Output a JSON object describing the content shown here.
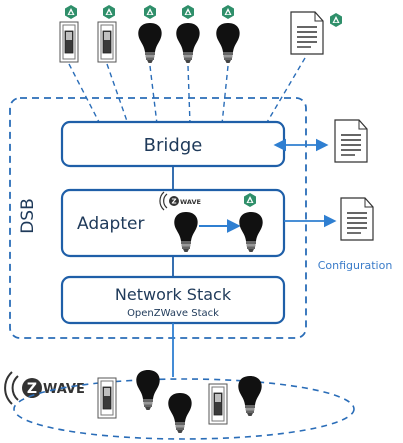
{
  "diagram": {
    "dsb_label": "DSB",
    "bridge_label": "Bridge",
    "adapter_label": "Adapter",
    "network_stack_label": "Network Stack",
    "network_stack_sublabel": "OpenZWave Stack",
    "configuration_label": "Configuration",
    "zwave_logo_text": "WAVE",
    "zwave_logo_letter": "Z"
  },
  "colors": {
    "box_stroke": "#1f5fa8",
    "dashed_stroke": "#2a6db8",
    "arrow": "#2f7fd1",
    "text_dark": "#1f3a5a",
    "configuration_text": "#3b7cc9",
    "bulb": "#111111",
    "badge": "#2f8f6a"
  },
  "icons": [
    "light-switch-icon",
    "light-bulb-icon",
    "document-icon",
    "allseen-badge-icon",
    "zwave-logo-icon",
    "arrow-icon"
  ]
}
